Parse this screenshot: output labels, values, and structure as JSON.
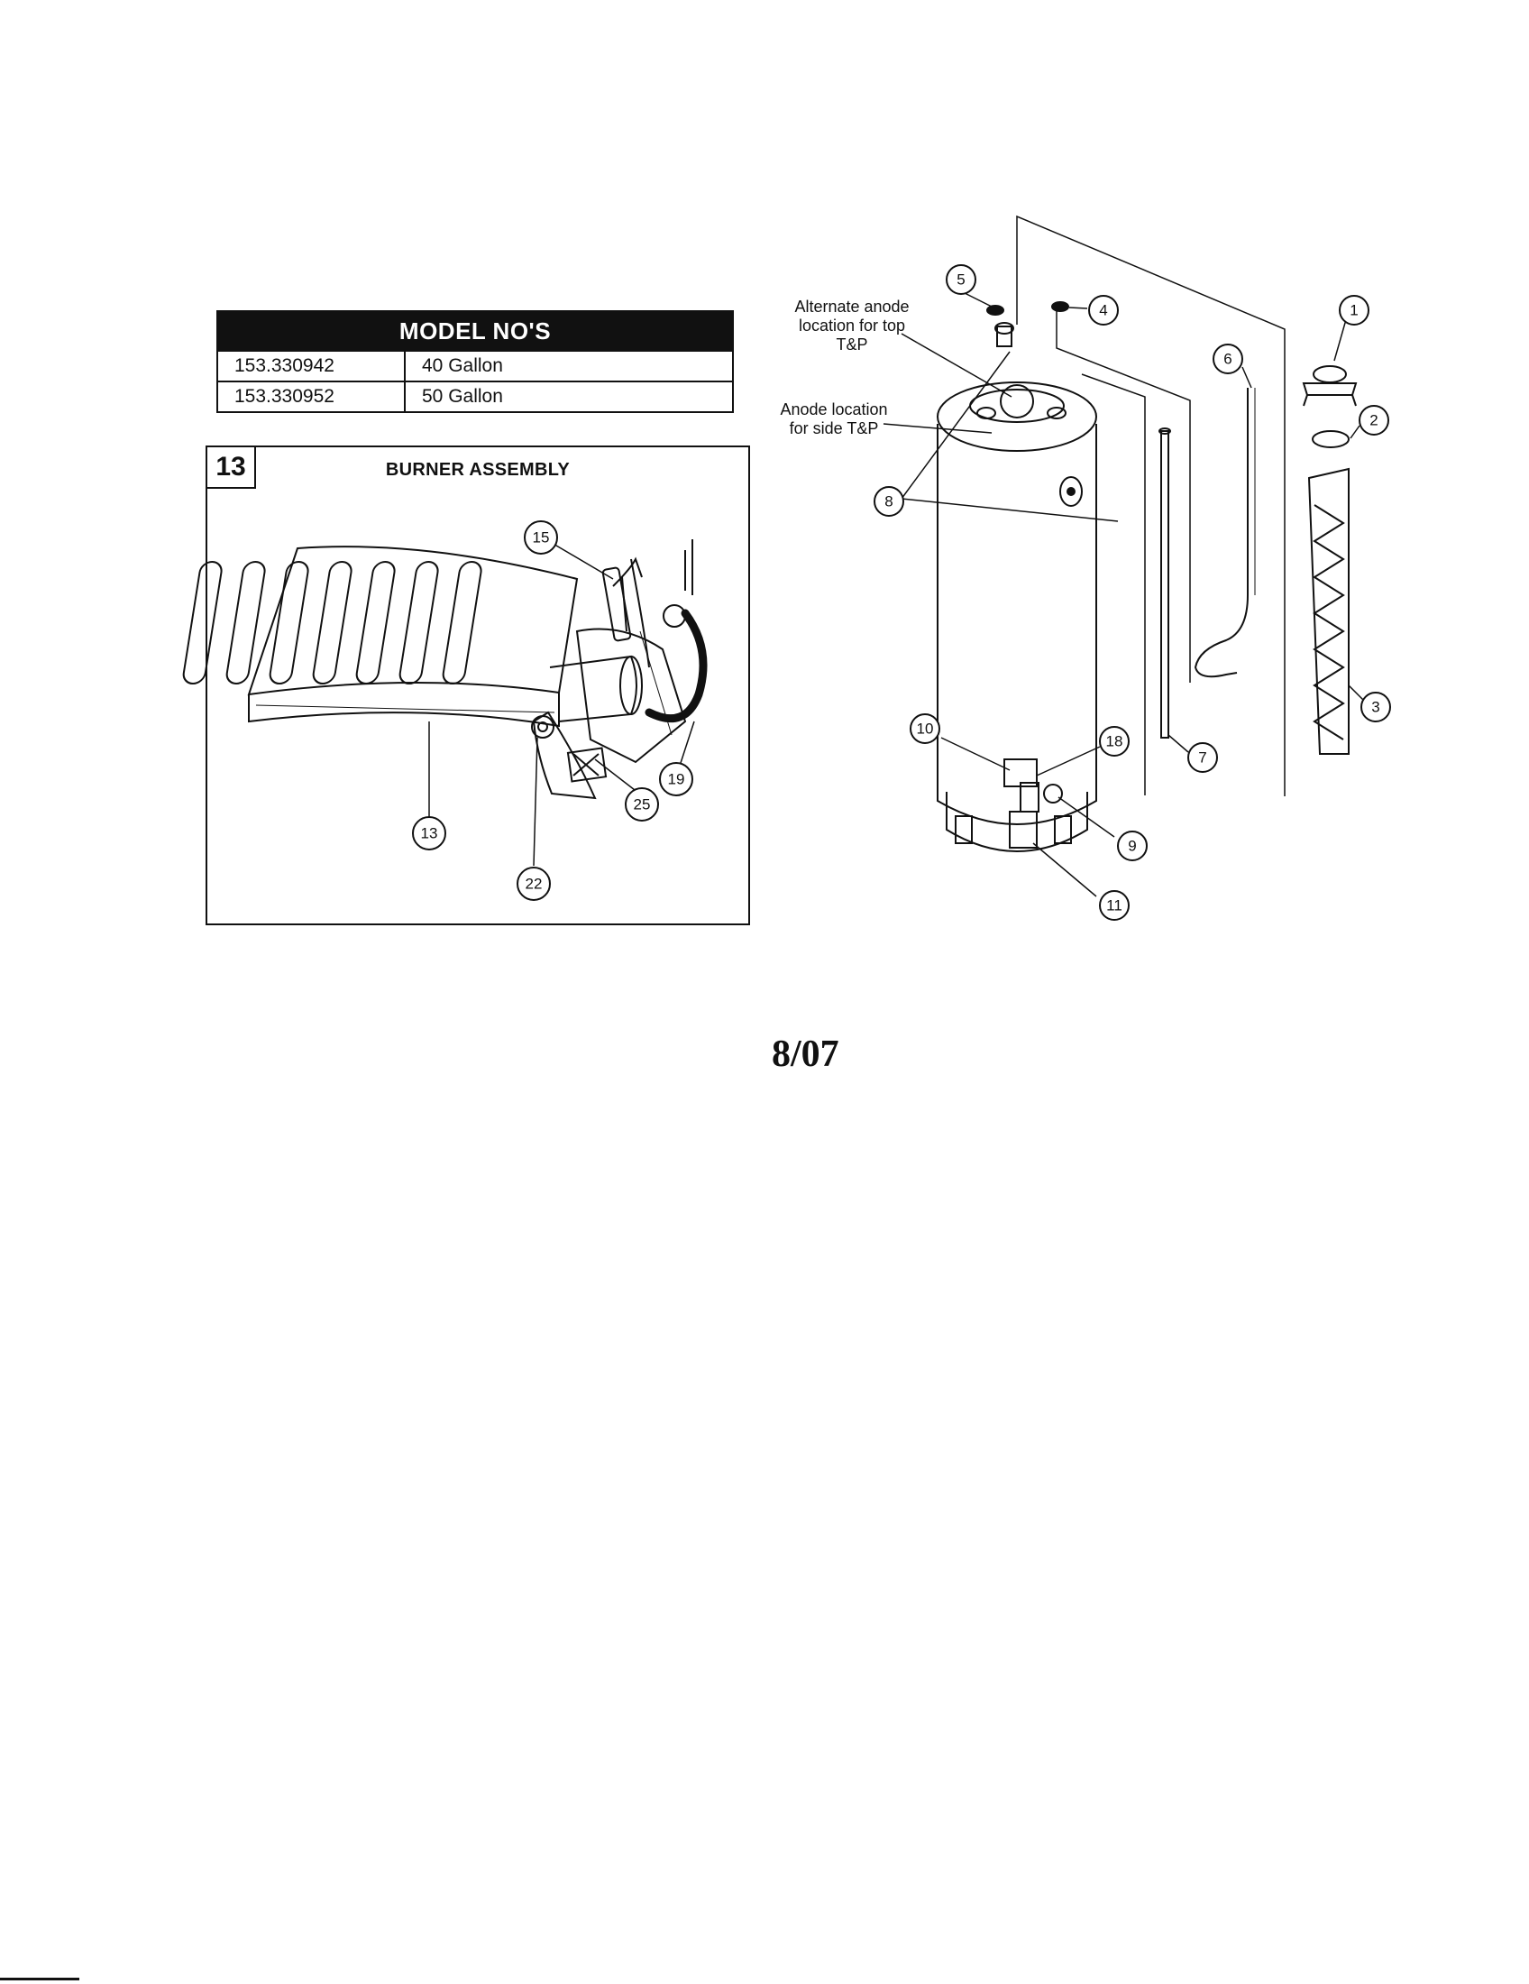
{
  "model_table": {
    "title": "MODEL NO'S",
    "rows": [
      {
        "model": "153.330942",
        "capacity": "40 Gallon"
      },
      {
        "model": "153.330952",
        "capacity": "50 Gallon"
      }
    ]
  },
  "burner": {
    "number": "13",
    "title": "BURNER ASSEMBLY",
    "callouts": [
      "15",
      "13",
      "22",
      "25",
      "19"
    ]
  },
  "heater": {
    "callouts": [
      "1",
      "2",
      "3",
      "4",
      "5",
      "6",
      "7",
      "8",
      "9",
      "10",
      "11",
      "18"
    ],
    "note_top": [
      "Alternate anode",
      "location for top",
      "T&P"
    ],
    "note_side": [
      "Anode location",
      "for side T&P"
    ]
  },
  "footer": {
    "date": "8/07"
  }
}
